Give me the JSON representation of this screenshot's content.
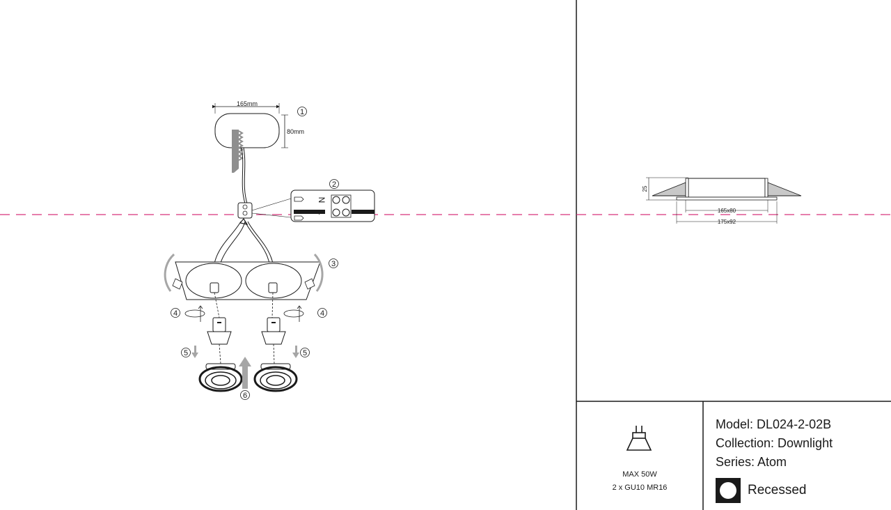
{
  "installation": {
    "cutout_width": "165mm",
    "cutout_height": "80mm",
    "steps": [
      "1",
      "2",
      "3",
      "4",
      "4",
      "5",
      "5",
      "6"
    ],
    "terminal_labels": [
      "N",
      "L"
    ]
  },
  "side_view": {
    "height": "25",
    "inner_size": "165x80",
    "outer_size": "175x92"
  },
  "specs": {
    "max_power": "MAX 50W",
    "bulb": "2 x GU10 MR16",
    "icon": "lamp-bulb-icon"
  },
  "info": {
    "model": "Model: DL024-2-02B",
    "collection": "Collection: Downlight",
    "series": "Series: Atom",
    "mount_type": "Recessed",
    "mount_icon": "recessed-circle-icon"
  },
  "colors": {
    "guide_line": "#d6337a",
    "ink": "#1a1a1a",
    "arrow_gray": "#a6a6a6"
  }
}
